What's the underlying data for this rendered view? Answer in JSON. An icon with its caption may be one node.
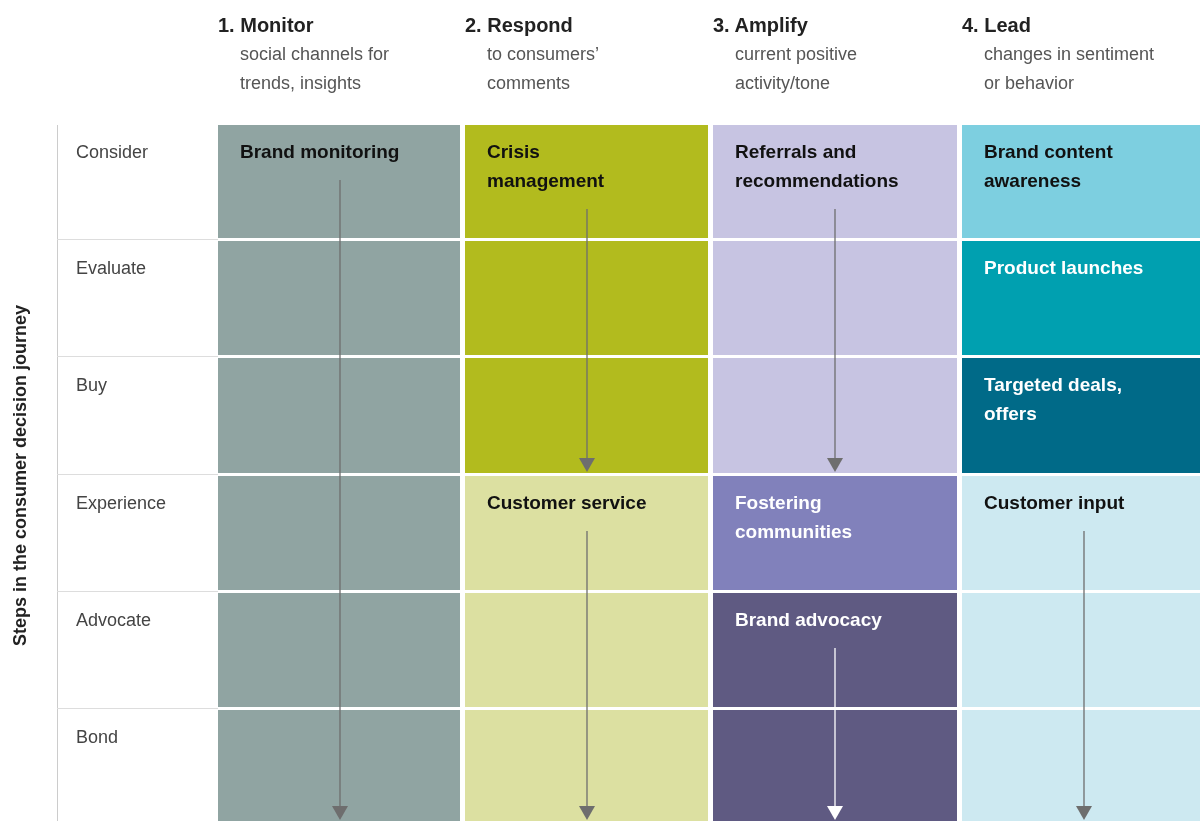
{
  "diagram": {
    "nodes": [
      {
        "text": [
          "Brand monitoring"
        ]
      },
      {
        "text": [
          "Crisis management"
        ]
      },
      {
        "text": [
          "Referrals and recommendations"
        ]
      },
      {
        "text": [
          "Brand content awareness"
        ]
      },
      {
        "text": [
          "Product launches"
        ]
      },
      {
        "text": [
          "Targeted deals, offers"
        ]
      },
      {
        "text": [
          "Customer service"
        ]
      },
      {
        "text": [
          "Fostering communities"
        ]
      },
      {
        "text": [
          "Customer input"
        ]
      },
      {
        "text": [
          "Brand advocacy"
        ]
      }
    ],
    "edges": [
      {
        "from": 0,
        "to": null,
        "arrow": "to"
      },
      {
        "from": 1,
        "to": null,
        "arrow": "to"
      },
      {
        "from": 2,
        "to": null,
        "arrow": "to"
      },
      {
        "from": 6,
        "to": null,
        "arrow": "to"
      },
      {
        "from": 9,
        "to": null,
        "arrow": "to",
        "color": "#ffffff"
      },
      {
        "from": 8,
        "to": null,
        "arrow": "to"
      }
    ],
    "labels": [
      "1. Monitor",
      "social channels for trends, insights",
      "2. Respond",
      "to consumers’ comments",
      "3. Amplify",
      "current positive activity/tone",
      "4. Lead",
      "changes in sentiment or behavior",
      "Steps in the consumer decision journey",
      "Consider",
      "Evaluate",
      "Buy",
      "Experience",
      "Advocate",
      "Bond"
    ]
  }
}
